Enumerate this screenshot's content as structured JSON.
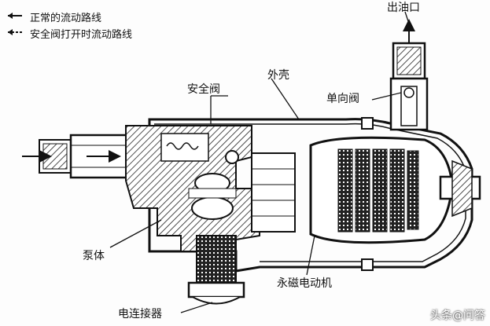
{
  "legend": {
    "normal_flow": "正常的流动路线",
    "valve_open_flow": "安全阀打开时流动路线"
  },
  "labels": {
    "outlet": "出油口",
    "check_valve": "单向阀",
    "housing": "外壳",
    "safety_valve": "安全阀",
    "pump_body": "泵体",
    "pm_motor": "永磁电动机",
    "connector": "电连接器"
  },
  "watermark": "头条@问答",
  "colors": {
    "ink": "#111111",
    "hatch": "#333333",
    "background": "#fdfdfd"
  }
}
